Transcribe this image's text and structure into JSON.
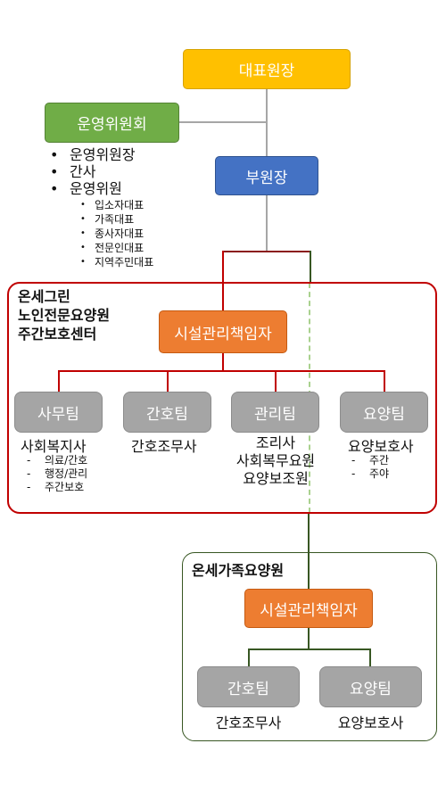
{
  "top": {
    "ceo": "대표원장",
    "committee": "운영위원회",
    "vice": "부원장",
    "committee_members": [
      "운영위원장",
      "간사",
      "운영위원"
    ],
    "committee_sub": [
      "입소자대표",
      "가족대표",
      "종사자대표",
      "전문인대표",
      "지역주민대표"
    ]
  },
  "center1": {
    "title_line1": "온세그린",
    "title_line2": "노인전문요양원",
    "title_line3": "주간보호센터",
    "manager": "시설관리책임자",
    "teams": [
      {
        "label": "사무팀",
        "role": "사회복지사",
        "details": [
          "의료/간호",
          "행정/관리",
          "주간보호"
        ]
      },
      {
        "label": "간호팀",
        "role": "간호조무사"
      },
      {
        "label": "관리팀",
        "roles": [
          "조리사",
          "사회복무요원",
          "요양보조원"
        ]
      },
      {
        "label": "요양팀",
        "role": "요양보호사",
        "details": [
          "주간",
          "주야"
        ]
      }
    ]
  },
  "center2": {
    "title": "온세가족요양원",
    "manager": "시설관리책임자",
    "teams": [
      {
        "label": "간호팀",
        "role": "간호조무사"
      },
      {
        "label": "요양팀",
        "role": "요양보호사"
      }
    ]
  },
  "colors": {
    "ceo": "#ffc000",
    "committee": "#70ad47",
    "vice": "#4472c4",
    "manager": "#ed7d31",
    "team": "#a5a5a5",
    "frame1": "#c00000",
    "frame2": "#385723"
  }
}
